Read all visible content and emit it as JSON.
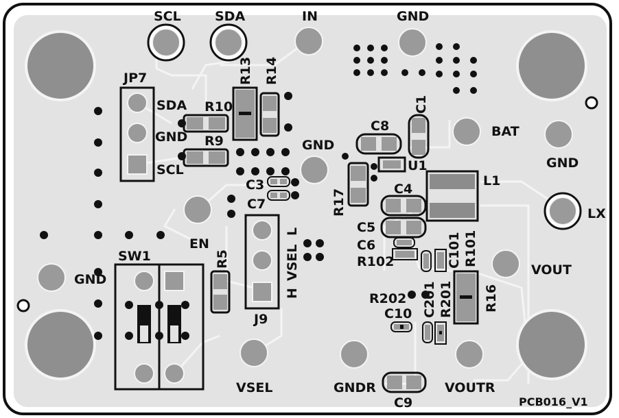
{
  "board": {
    "name": "PCB016_V1",
    "colors": {
      "background": "#ffffff",
      "outline": "#111111",
      "board": "#e3e3e3",
      "pad": "#9a9a9a",
      "copper_edge": "#f4f4f4",
      "silkscreen": "#111111",
      "trace": "#f2f2f2",
      "via": "#111111"
    }
  },
  "labels": {
    "scl_top": "SCL",
    "sda_top": "SDA",
    "in": "IN",
    "gnd_top": "GND",
    "jp7": "JP7",
    "jp7_sda": "SDA",
    "jp7_gnd": "GND",
    "jp7_scl": "SCL",
    "r10": "R10",
    "r9": "R9",
    "r13": "R13",
    "r14": "R14",
    "c8": "C8",
    "c1": "C1",
    "bat": "BAT",
    "gnd_right": "GND",
    "u1": "U1",
    "gnd_mid": "GND",
    "c3": "C3",
    "c7": "C7",
    "r17": "R17",
    "c4": "C4",
    "l1": "L1",
    "lx": "LX",
    "c5": "C5",
    "c6": "C6",
    "r102": "R102",
    "c101": "C101",
    "r101": "R101",
    "vout": "VOUT",
    "en": "EN",
    "r5": "R5",
    "sw1": "SW1",
    "gnd_left": "GND",
    "j9_h": "H",
    "j9_vsel": "VSEL",
    "j9_l": "L",
    "j9": "J9",
    "r202": "R202",
    "c201": "C201",
    "r201": "R201",
    "r16": "R16",
    "c10": "C10",
    "vsel_bottom": "VSEL",
    "gndr": "GNDR",
    "voutr": "VOUTR",
    "c9": "C9"
  }
}
